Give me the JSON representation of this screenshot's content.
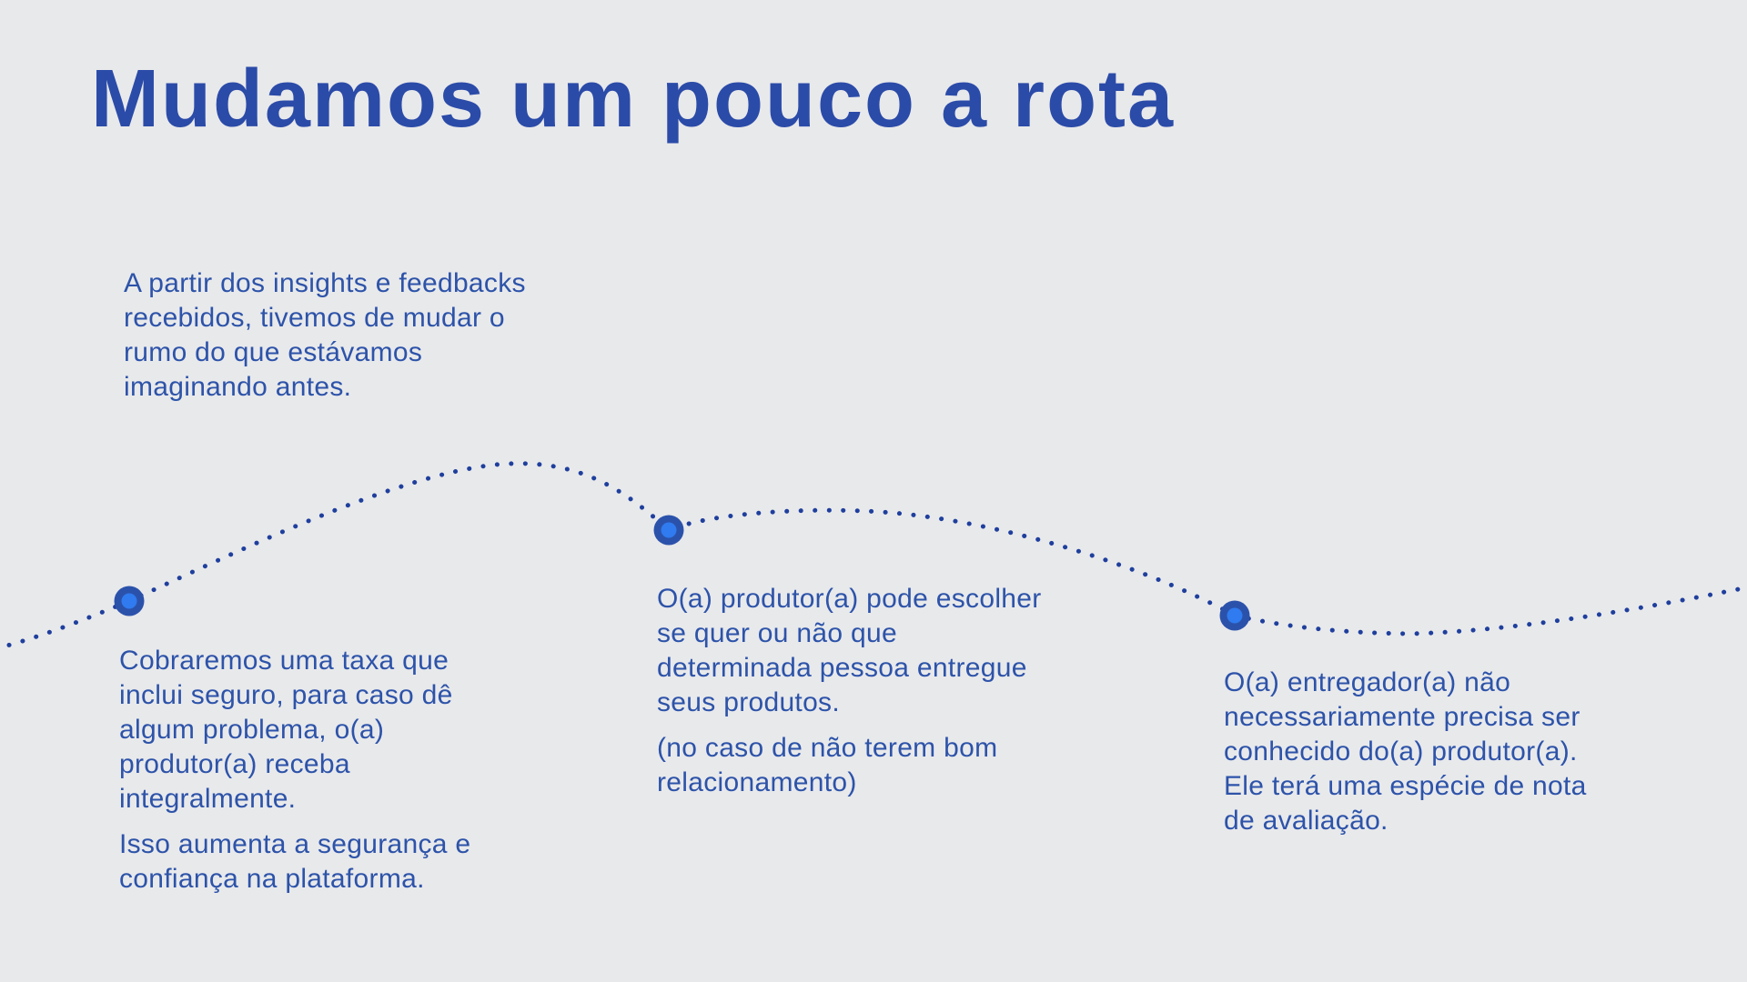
{
  "slide": {
    "background_color": "#e8e9eb",
    "title": "Mudamos um pouco a rota",
    "title_color": "#2b4ba8",
    "text_color": "#2d53a9",
    "intro": "A partir dos insights e feedbacks\nrecebidos, tivemos de mudar o\nrumo do que estávamos\nimaginando antes.",
    "route": {
      "dot_color": "#1f3f9d",
      "marker_outer_color": "#2b52ab",
      "marker_inner_color": "#2f7bef",
      "marker_count": 3
    },
    "steps": [
      {
        "paragraphs": [
          "Cobraremos uma taxa que\ninclui seguro, para caso dê\nalgum problema, o(a)\nprodutor(a) receba\nintegralmente.",
          "Isso aumenta a segurança e\nconfiança na plataforma."
        ]
      },
      {
        "paragraphs": [
          "O(a) produtor(a) pode escolher\nse quer ou não que\ndeterminada pessoa entregue\nseus produtos.",
          "(no caso de não terem bom\nrelacionamento)"
        ]
      },
      {
        "paragraphs": [
          "O(a) entregador(a) não\nnecessariamente precisa ser\nconhecido do(a) produtor(a).\nEle terá uma espécie de nota\nde avaliação."
        ]
      }
    ]
  }
}
